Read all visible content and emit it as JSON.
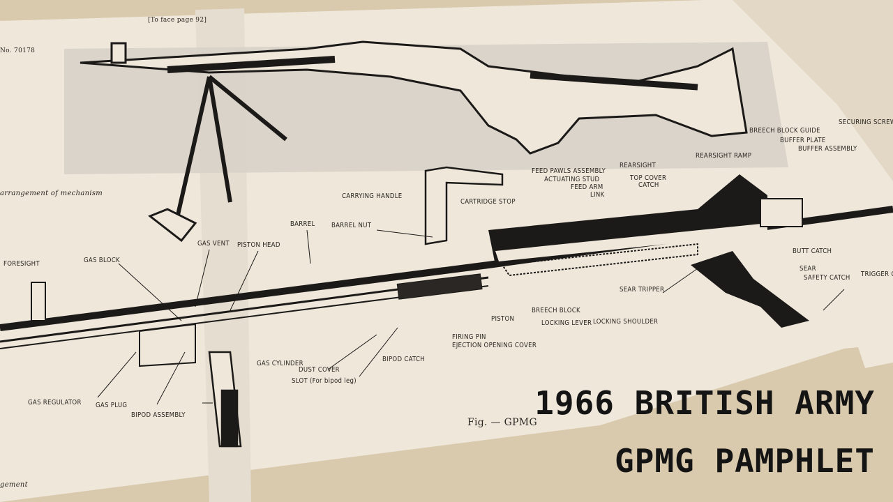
{
  "header": {
    "page_ref": "[To face page 92]",
    "fig_no": "No. 70178",
    "caption_left": "arrangement of mechanism",
    "caption_bottom": "gement",
    "fig_caption": "Fig. — GPMG"
  },
  "labels": {
    "foresight": "FORESIGHT",
    "gas_block": "GAS BLOCK",
    "gas_vent": "GAS VENT",
    "piston_head": "PISTON HEAD",
    "barrel": "BARREL",
    "barrel_nut": "BARREL NUT",
    "carrying_handle": "CARRYING HANDLE",
    "cartridge_stop": "CARTRIDGE STOP",
    "feed_pawls": "FEED PAWLS ASSEMBLY",
    "actuating_stud": "ACTUATING STUD",
    "feed_arm": "FEED ARM",
    "link": "LINK",
    "rearsight": "REARSIGHT",
    "top_cover_catch_1": "TOP COVER",
    "top_cover_catch_2": "CATCH",
    "rearsight_ramp": "REARSIGHT RAMP",
    "breech_block_guide": "BREECH BLOCK GUIDE",
    "buffer_plate": "BUFFER PLATE",
    "buffer_assembly": "BUFFER ASSEMBLY",
    "securing_screw": "SECURING SCREW",
    "butt_catch": "BUTT CATCH",
    "sear": "SEAR",
    "safety_catch": "SAFETY CATCH",
    "trigger": "TRIGGER G",
    "sear_tripper": "SEAR TRIPPER",
    "locking_shoulder": "LOCKING SHOULDER",
    "locking_lever": "LOCKING LEVER",
    "breech_block": "BREECH BLOCK",
    "piston": "PISTON",
    "firing_pin": "FIRING PIN",
    "ejection_cover": "EJECTION OPENING COVER",
    "bipod_catch": "BIPOD CATCH",
    "dust_cover": "DUST COVER",
    "slot": "SLOT (For bipod leg)",
    "gas_cylinder": "GAS CYLINDER",
    "gas_regulator": "GAS REGULATOR",
    "gas_plug": "GAS PLUG",
    "bipod_assembly": "BIPOD ASSEMBLY"
  },
  "overlay": {
    "line1": "1966 BRITISH ARMY",
    "line2": "GPMG PAMPHLET"
  },
  "colors": {
    "paper": "#efe8dc",
    "ink": "#1c1a18",
    "shade": "#cfc8bd",
    "background": "#d9c9ad"
  }
}
